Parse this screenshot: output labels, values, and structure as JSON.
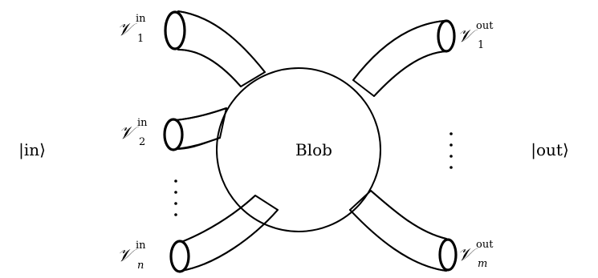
{
  "states": {
    "in": "|in⟩",
    "out": "|out⟩"
  },
  "blob": {
    "label": "Blob"
  },
  "incoming": [
    {
      "symbol": "𝒱",
      "sup": "in",
      "sub": "1"
    },
    {
      "symbol": "𝒱",
      "sup": "in",
      "sub": "2"
    },
    {
      "symbol": "𝒱",
      "sup": "in",
      "sub": "n"
    }
  ],
  "outgoing": [
    {
      "symbol": "𝒱",
      "sup": "out",
      "sub": "1"
    },
    {
      "symbol": "𝒱",
      "sup": "out",
      "sub": "m"
    }
  ],
  "ellipsis": {
    "incoming": "⋮",
    "outgoing": "⋮"
  }
}
